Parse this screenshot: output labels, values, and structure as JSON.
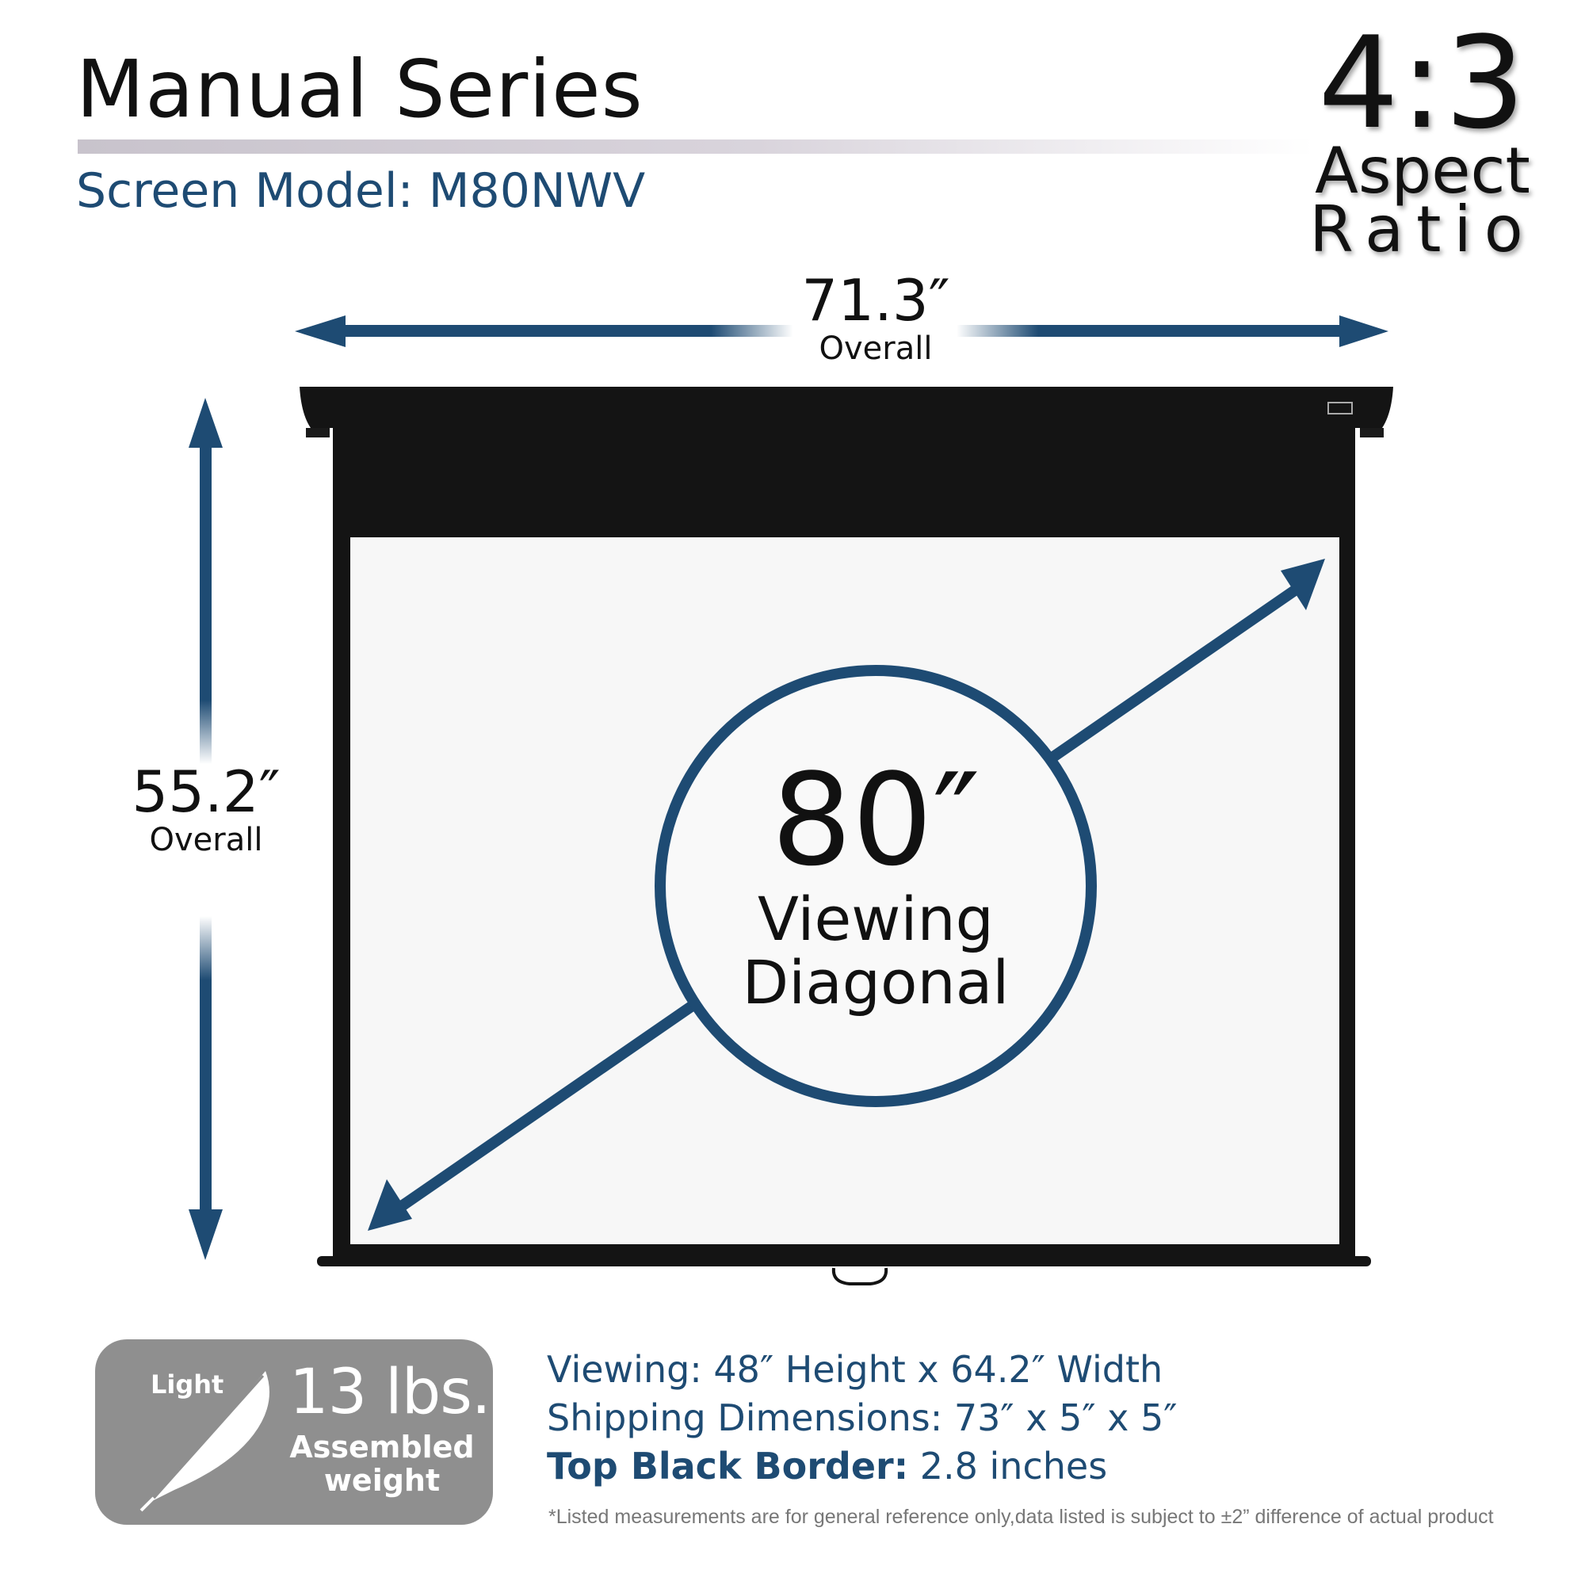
{
  "header": {
    "title": "Manual Series",
    "model": "Screen Model: M80NWV"
  },
  "aspect": {
    "ratio": "4:3",
    "word1": "Aspect",
    "word2": "Ratio"
  },
  "dimensions": {
    "width": {
      "value": "71.3″",
      "label": "Overall"
    },
    "height": {
      "value": "55.2″",
      "label": "Overall"
    },
    "diagonal": {
      "value": "80″",
      "label_line1": "Viewing",
      "label_line2": "Diagonal"
    }
  },
  "weight_badge": {
    "light": "Light",
    "weight": "13 lbs.",
    "caption_line1": "Assembled",
    "caption_line2": "weight",
    "icon": "feather-icon"
  },
  "specs": {
    "viewing": "Viewing: 48″ Height x 64.2″ Width",
    "shipping": "Shipping Dimensions: 73″ x 5″ x 5″",
    "border_label": "Top Black Border:",
    "border_value": " 2.8 inches",
    "disclaimer": "*Listed measurements are for general reference only,data listed is subject to ±2” difference of actual product"
  },
  "colors": {
    "accent": "#1e4b73",
    "screen_case": "#111111",
    "screen_surface": "#f7f7f7",
    "badge": "#8f8f8f"
  }
}
